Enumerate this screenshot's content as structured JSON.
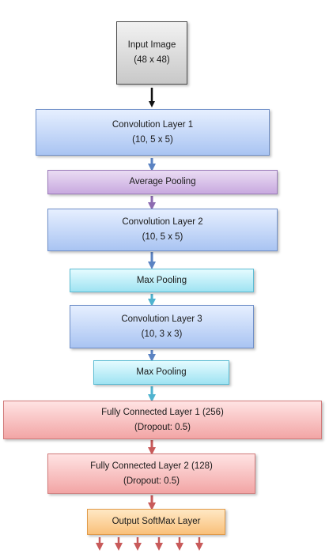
{
  "nodes": [
    {
      "id": "input-image",
      "lines": [
        "Input Image",
        "(48 x 48)"
      ]
    },
    {
      "id": "conv-layer-1",
      "lines": [
        "Convolution Layer 1",
        "(10, 5 x 5)"
      ]
    },
    {
      "id": "average-pooling",
      "lines": [
        "Average Pooling"
      ]
    },
    {
      "id": "conv-layer-2",
      "lines": [
        "Convolution Layer 2",
        "(10, 5 x 5)"
      ]
    },
    {
      "id": "max-pooling-1",
      "lines": [
        "Max Pooling"
      ]
    },
    {
      "id": "conv-layer-3",
      "lines": [
        "Convolution Layer 3",
        "(10, 3 x 3)"
      ]
    },
    {
      "id": "max-pooling-2",
      "lines": [
        "Max Pooling"
      ]
    },
    {
      "id": "fc-layer-1",
      "lines": [
        "Fully Connected Layer 1 (256)",
        "(Dropout: 0.5)"
      ]
    },
    {
      "id": "fc-layer-2",
      "lines": [
        "Fully Connected Layer 2 (128)",
        "(Dropout: 0.5)"
      ]
    },
    {
      "id": "output-softmax-layer",
      "lines": [
        "Output SoftMax Layer"
      ]
    }
  ],
  "edges": [
    [
      "input-image",
      "conv-layer-1"
    ],
    [
      "conv-layer-1",
      "average-pooling"
    ],
    [
      "average-pooling",
      "conv-layer-2"
    ],
    [
      "conv-layer-2",
      "max-pooling-1"
    ],
    [
      "max-pooling-1",
      "conv-layer-3"
    ],
    [
      "conv-layer-3",
      "max-pooling-2"
    ],
    [
      "max-pooling-2",
      "fc-layer-1"
    ],
    [
      "fc-layer-1",
      "fc-layer-2"
    ],
    [
      "fc-layer-2",
      "output-softmax-layer"
    ]
  ],
  "output_arrow_count": 6,
  "colors": {
    "arrow_black": "#111111",
    "arrow_blue": "#5b83c2",
    "arrow_purple": "#8d6bb0",
    "arrow_cyan": "#4fb3cf",
    "arrow_red": "#c85a5a"
  }
}
